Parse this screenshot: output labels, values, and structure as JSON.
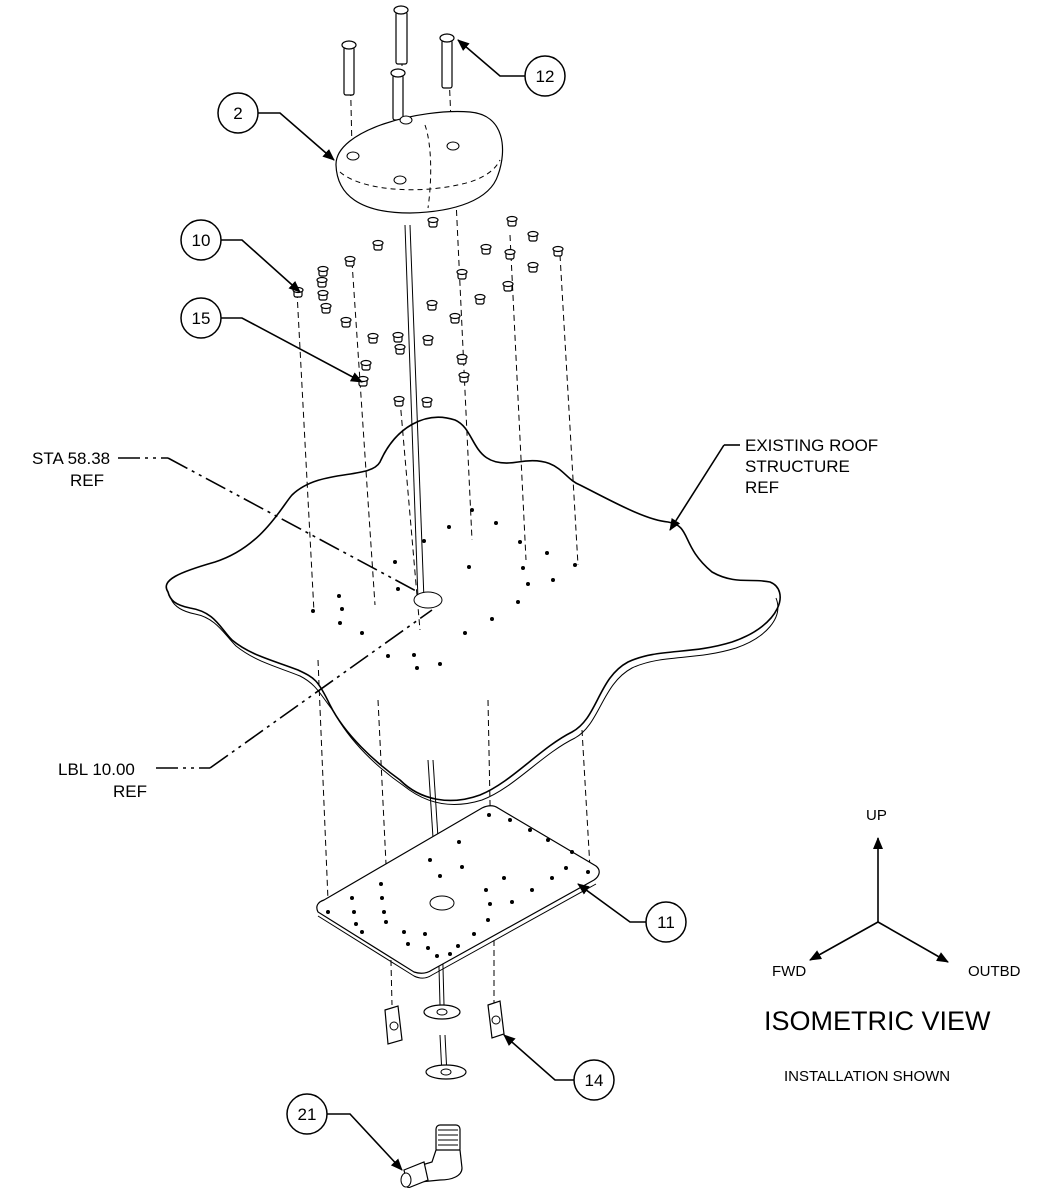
{
  "callouts": {
    "c2": "2",
    "c10": "10",
    "c11": "11",
    "c12": "12",
    "c14": "14",
    "c15": "15",
    "c21": "21"
  },
  "references": {
    "sta_line1": "STA 58.38",
    "sta_line2": "REF",
    "lbl_line1": "LBL 10.00",
    "lbl_line2": "REF",
    "roof_line1": "EXISTING ROOF",
    "roof_line2": "STRUCTURE",
    "roof_line3": "REF"
  },
  "orientation": {
    "up": "UP",
    "fwd": "FWD",
    "outbd": "OUTBD"
  },
  "view": {
    "title": "ISOMETRIC VIEW",
    "subtitle": "INSTALLATION SHOWN"
  }
}
